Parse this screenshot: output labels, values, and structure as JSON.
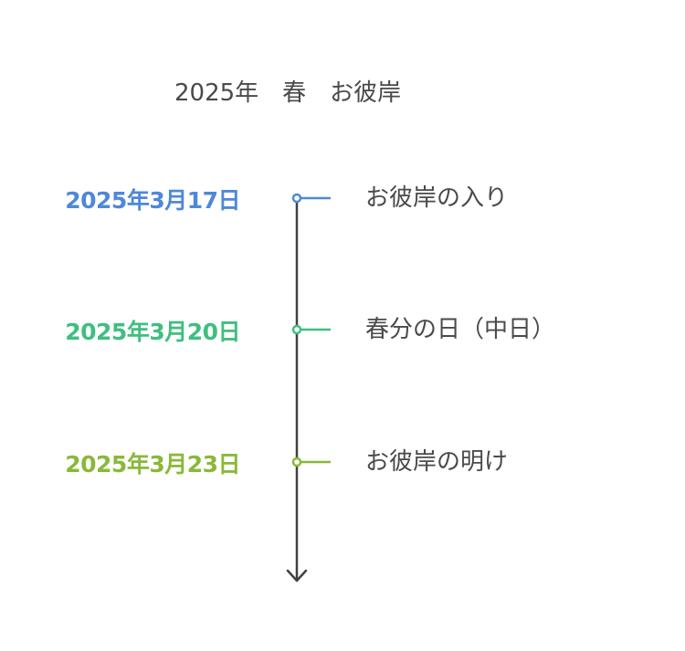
{
  "title": "2025年　春　お彼岸",
  "colors": {
    "line": "#404040",
    "text": "#4a4a4a"
  },
  "events": [
    {
      "date": "2025年3月17日",
      "label": "お彼岸の入り",
      "color": "#4f88d8"
    },
    {
      "date": "2025年3月20日",
      "label": "春分の日（中日）",
      "color": "#3fbf7f"
    },
    {
      "date": "2025年3月23日",
      "label": "お彼岸の明け",
      "color": "#8ab83a"
    }
  ]
}
